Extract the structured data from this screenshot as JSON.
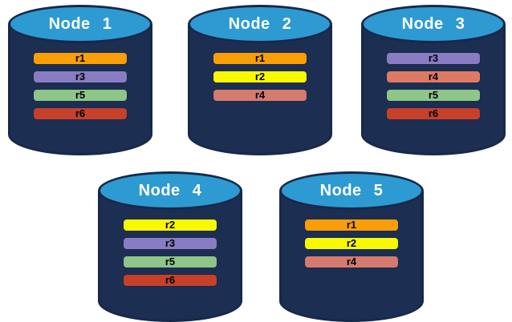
{
  "diagram": {
    "description": "Replica distribution across database nodes",
    "colors": {
      "cylinder_body": "#1C2F52",
      "cylinder_border": "#16294A",
      "cylinder_top": "#2E9AD2",
      "node_title_text": "#FFFFFF",
      "replica_label_text": "#000000",
      "background": "#FFFFFF"
    },
    "nodes": [
      {
        "name": "Node 1",
        "replicas": [
          {
            "label": "r1",
            "color": "#FA9E07"
          },
          {
            "label": "r3",
            "color": "#8A7CC2"
          },
          {
            "label": "r5",
            "color": "#8EC588"
          },
          {
            "label": "r6",
            "color": "#C6402A"
          }
        ]
      },
      {
        "name": "Node 2",
        "replicas": [
          {
            "label": "r1",
            "color": "#FA9E07"
          },
          {
            "label": "r2",
            "color": "#F8F800"
          },
          {
            "label": "r4",
            "color": "#D47A6E"
          }
        ]
      },
      {
        "name": "Node 3",
        "replicas": [
          {
            "label": "r3",
            "color": "#8A7CC2"
          },
          {
            "label": "r4",
            "color": "#DE7A64"
          },
          {
            "label": "r5",
            "color": "#8EC588"
          },
          {
            "label": "r6",
            "color": "#C6402A"
          }
        ]
      },
      {
        "name": "Node 4",
        "replicas": [
          {
            "label": "r2",
            "color": "#F8F800"
          },
          {
            "label": "r3",
            "color": "#8A7CC2"
          },
          {
            "label": "r5",
            "color": "#8EC588"
          },
          {
            "label": "r6",
            "color": "#C6402A"
          }
        ]
      },
      {
        "name": "Node 5",
        "replicas": [
          {
            "label": "r1",
            "color": "#FA9E07"
          },
          {
            "label": "r2",
            "color": "#F8F800"
          },
          {
            "label": "r4",
            "color": "#D47A6E"
          }
        ]
      }
    ]
  }
}
